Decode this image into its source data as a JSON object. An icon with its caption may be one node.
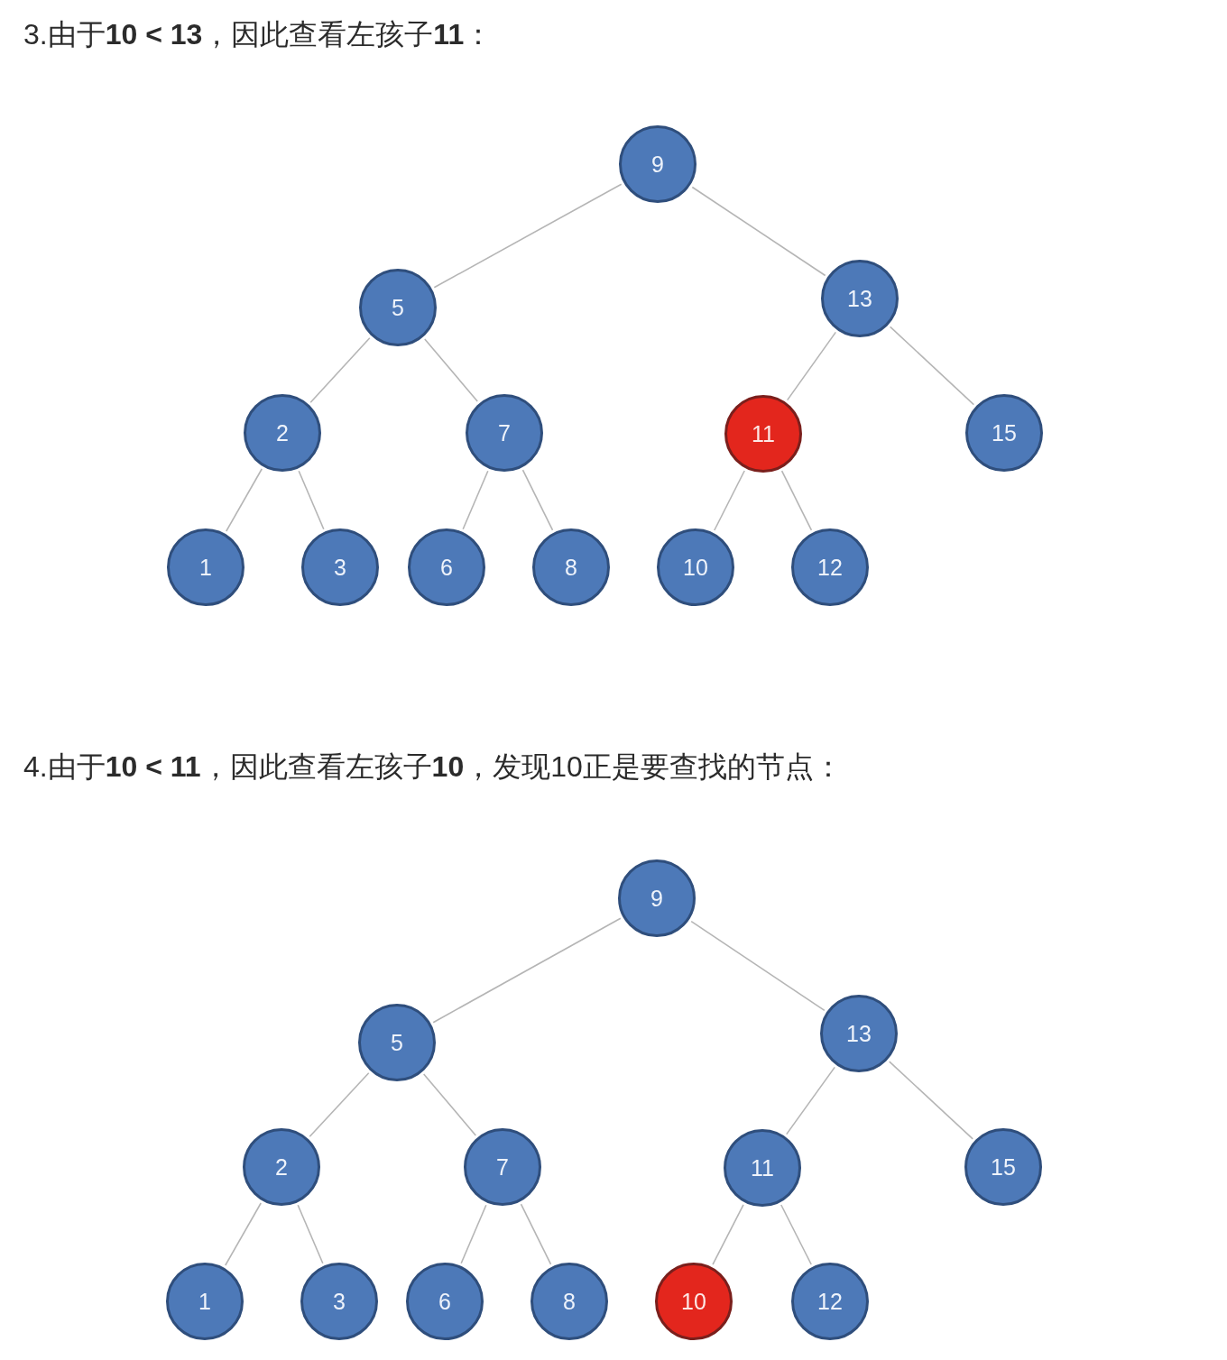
{
  "diagram": {
    "nodes": [
      {
        "text": [
          "9"
        ]
      },
      {
        "text": [
          "5"
        ]
      },
      {
        "text": [
          "13"
        ]
      },
      {
        "text": [
          "2"
        ]
      },
      {
        "text": [
          "7"
        ]
      },
      {
        "text": [
          "11"
        ]
      },
      {
        "text": [
          "15"
        ]
      },
      {
        "text": [
          "1"
        ]
      },
      {
        "text": [
          "3"
        ]
      },
      {
        "text": [
          "6"
        ]
      },
      {
        "text": [
          "8"
        ]
      },
      {
        "text": [
          "10"
        ]
      },
      {
        "text": [
          "12"
        ]
      },
      {
        "text": [
          "9"
        ]
      },
      {
        "text": [
          "5"
        ]
      },
      {
        "text": [
          "13"
        ]
      },
      {
        "text": [
          "2"
        ]
      },
      {
        "text": [
          "7"
        ]
      },
      {
        "text": [
          "11"
        ]
      },
      {
        "text": [
          "15"
        ]
      },
      {
        "text": [
          "1"
        ]
      },
      {
        "text": [
          "3"
        ]
      },
      {
        "text": [
          "6"
        ]
      },
      {
        "text": [
          "8"
        ]
      },
      {
        "text": [
          "10"
        ]
      },
      {
        "text": [
          "12"
        ]
      }
    ],
    "edges": [
      {
        "from": 0,
        "to": 1,
        "arrow": "none"
      },
      {
        "from": 0,
        "to": 2,
        "arrow": "none"
      },
      {
        "from": 1,
        "to": 3,
        "arrow": "none"
      },
      {
        "from": 1,
        "to": 4,
        "arrow": "none"
      },
      {
        "from": 2,
        "to": 5,
        "arrow": "none"
      },
      {
        "from": 2,
        "to": 6,
        "arrow": "none"
      },
      {
        "from": 3,
        "to": 7,
        "arrow": "none"
      },
      {
        "from": 3,
        "to": 8,
        "arrow": "none"
      },
      {
        "from": 4,
        "to": 9,
        "arrow": "none"
      },
      {
        "from": 4,
        "to": 10,
        "arrow": "none"
      },
      {
        "from": 5,
        "to": 11,
        "arrow": "none"
      },
      {
        "from": 5,
        "to": 12,
        "arrow": "none"
      },
      {
        "from": 13,
        "to": 14,
        "arrow": "none"
      },
      {
        "from": 13,
        "to": 15,
        "arrow": "none"
      },
      {
        "from": 14,
        "to": 16,
        "arrow": "none"
      },
      {
        "from": 14,
        "to": 17,
        "arrow": "none"
      },
      {
        "from": 15,
        "to": 18,
        "arrow": "none"
      },
      {
        "from": 15,
        "to": 19,
        "arrow": "none"
      },
      {
        "from": 16,
        "to": 20,
        "arrow": "none"
      },
      {
        "from": 16,
        "to": 21,
        "arrow": "none"
      },
      {
        "from": 17,
        "to": 22,
        "arrow": "none"
      },
      {
        "from": 17,
        "to": 23,
        "arrow": "none"
      },
      {
        "from": 18,
        "to": 24,
        "arrow": "none"
      },
      {
        "from": 18,
        "to": 25,
        "arrow": "none"
      }
    ],
    "labels": [
      "3.由于**10 < 13**，因此查看左孩子**11**：",
      "4.由于**10 < 11**，因此查看左孩子**10**，发现10正是要查找的节点："
    ]
  }
}
